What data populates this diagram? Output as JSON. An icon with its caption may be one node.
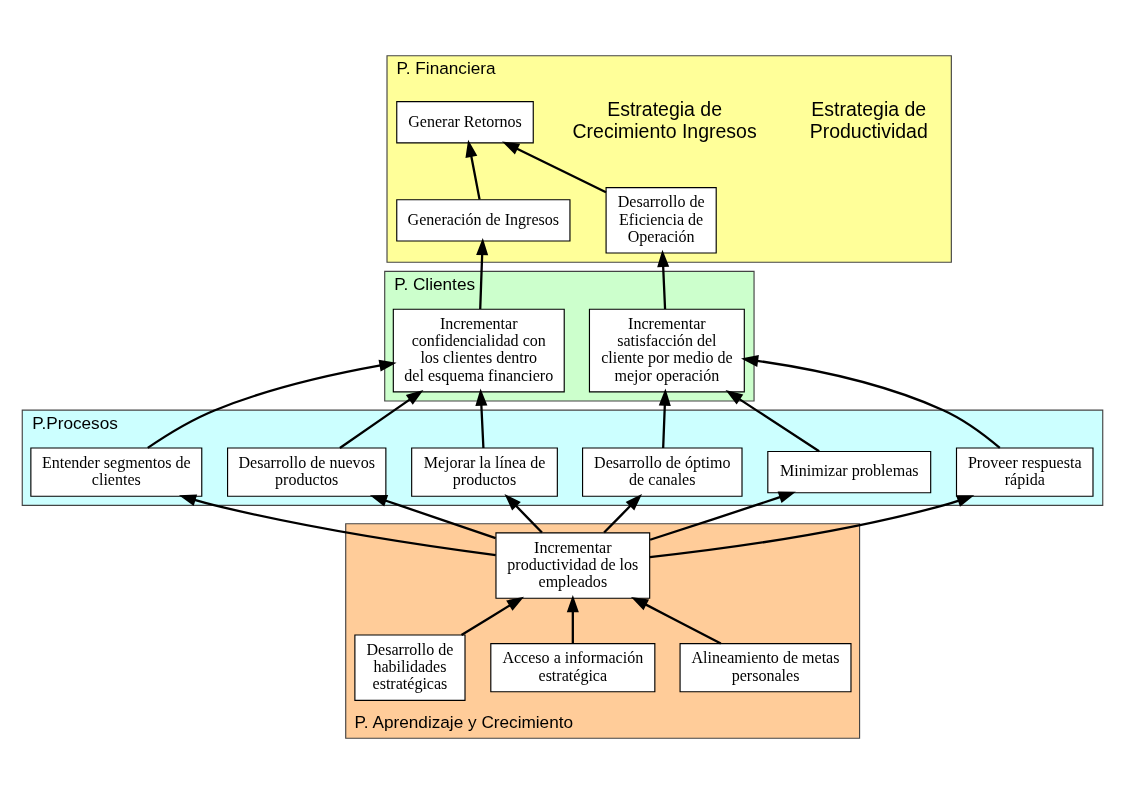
{
  "diagram": {
    "nodes": [
      {
        "text": [
          "P. Financiera"
        ]
      },
      {
        "text": [
          "Generar Retornos"
        ],
        "in": 0
      },
      {
        "text": [
          "Generación de Ingresos"
        ],
        "in": 0
      },
      {
        "text": [
          "Desarrollo de Eficiencia de Operación"
        ],
        "in": 0
      },
      {
        "text": [
          "P. Clientes"
        ]
      },
      {
        "text": [
          "Incrementar confidencialidad con los clientes dentro del esquema financiero"
        ],
        "in": 4
      },
      {
        "text": [
          "Incrementar satisfacción del cliente por medio de mejor operación"
        ],
        "in": 4
      },
      {
        "text": [
          "P.Procesos"
        ]
      },
      {
        "text": [
          "Entender segmentos de clientes"
        ],
        "in": 7
      },
      {
        "text": [
          "Desarrollo de nuevos productos"
        ],
        "in": 7
      },
      {
        "text": [
          "Mejorar la línea de productos"
        ],
        "in": 7
      },
      {
        "text": [
          "Desarrollo de óptimo de canales"
        ],
        "in": 7
      },
      {
        "text": [
          "Minimizar problemas"
        ],
        "in": 7
      },
      {
        "text": [
          "Proveer respuesta rápida"
        ],
        "in": 7
      },
      {
        "text": [
          "P. Aprendizaje y Crecimiento"
        ]
      },
      {
        "text": [
          "Incrementar productividad de los empleados"
        ],
        "in": 14
      },
      {
        "text": [
          "Desarrollo de habilidades estratégicas"
        ],
        "in": 14
      },
      {
        "text": [
          "Acceso a información estratégica"
        ],
        "in": 14
      },
      {
        "text": [
          "Alineamiento de metas personales"
        ],
        "in": 14
      }
    ],
    "edges": [
      {
        "from": 2,
        "to": 1,
        "arrow": "to"
      },
      {
        "from": 3,
        "to": 1,
        "arrow": "to"
      },
      {
        "from": 5,
        "to": 2,
        "arrow": "to"
      },
      {
        "from": 6,
        "to": 3,
        "arrow": "to"
      },
      {
        "from": 8,
        "to": 5,
        "arrow": "to"
      },
      {
        "from": 9,
        "to": 5,
        "arrow": "to"
      },
      {
        "from": 10,
        "to": 5,
        "arrow": "to"
      },
      {
        "from": 11,
        "to": 6,
        "arrow": "to"
      },
      {
        "from": 12,
        "to": 6,
        "arrow": "to"
      },
      {
        "from": 13,
        "to": 6,
        "arrow": "to"
      },
      {
        "from": 15,
        "to": 8,
        "arrow": "to"
      },
      {
        "from": 15,
        "to": 9,
        "arrow": "to"
      },
      {
        "from": 15,
        "to": 10,
        "arrow": "to"
      },
      {
        "from": 15,
        "to": 11,
        "arrow": "to"
      },
      {
        "from": 15,
        "to": 12,
        "arrow": "to"
      },
      {
        "from": 15,
        "to": 13,
        "arrow": "to"
      },
      {
        "from": 16,
        "to": 15,
        "arrow": "to"
      },
      {
        "from": 17,
        "to": 15,
        "arrow": "to"
      },
      {
        "from": 18,
        "to": 15,
        "arrow": "to"
      }
    ],
    "labels": [
      "Estrategia de Crecimiento Ingresos",
      "Estrategia de Productividad"
    ]
  }
}
